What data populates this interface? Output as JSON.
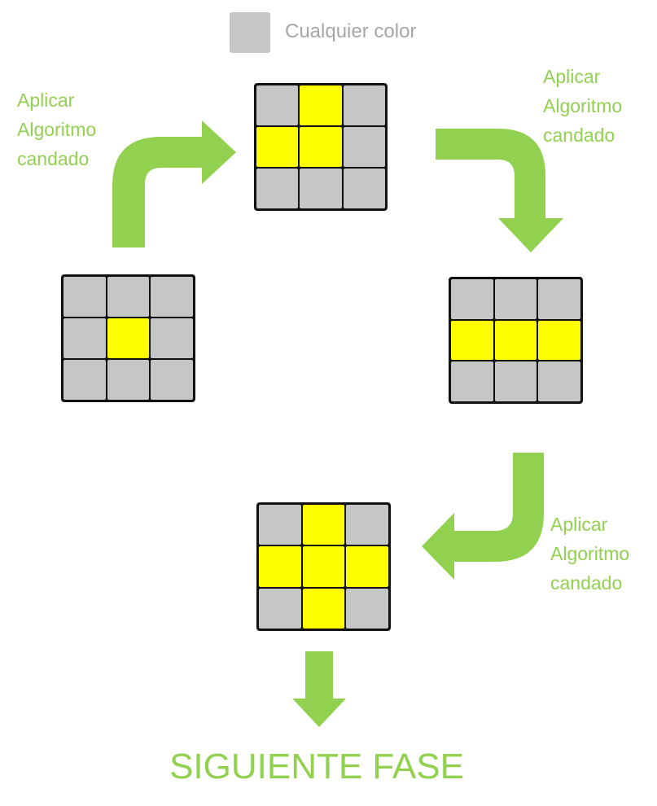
{
  "colors": {
    "any": "#c6c6c6",
    "yellow": "#ffff00",
    "arrow": "#92d050",
    "legend_text": "#a6a6a6",
    "label_text": "#92d050"
  },
  "legend": {
    "label": "Cualquier color"
  },
  "faces": [
    {
      "id": "dot",
      "pattern": [
        "any",
        "any",
        "any",
        "any",
        "yellow",
        "any",
        "any",
        "any",
        "any"
      ]
    },
    {
      "id": "l-shape",
      "pattern": [
        "any",
        "yellow",
        "any",
        "yellow",
        "yellow",
        "any",
        "any",
        "any",
        "any"
      ]
    },
    {
      "id": "line",
      "pattern": [
        "any",
        "any",
        "any",
        "yellow",
        "yellow",
        "yellow",
        "any",
        "any",
        "any"
      ]
    },
    {
      "id": "cross",
      "pattern": [
        "any",
        "yellow",
        "any",
        "yellow",
        "yellow",
        "yellow",
        "any",
        "yellow",
        "any"
      ]
    }
  ],
  "steps": [
    {
      "label_lines": [
        "Aplicar",
        "Algoritmo",
        "candado"
      ]
    },
    {
      "label_lines": [
        "Aplicar",
        "Algoritmo",
        "candado"
      ]
    },
    {
      "label_lines": [
        "Aplicar",
        "Algoritmo",
        "candado"
      ]
    }
  ],
  "final_label": "SIGUIENTE FASE"
}
